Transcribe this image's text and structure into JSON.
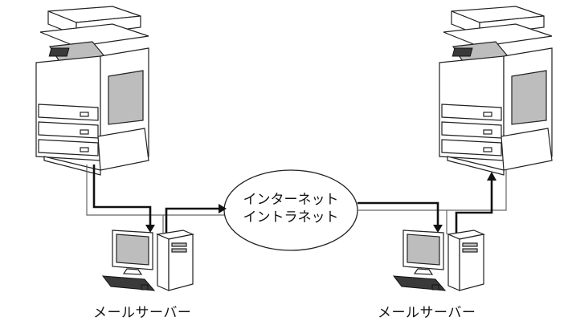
{
  "labels": {
    "server_left": "メールサーバー",
    "server_right": "メールサーバー",
    "network_line1": "インターネット",
    "network_line2": "イントラネット"
  },
  "colors": {
    "line_dark": "#111111",
    "line_outline": "#666666",
    "device_gray": "#bdbdbd"
  },
  "icons": [
    "copier-icon",
    "server-pc-icon",
    "network-cloud-icon"
  ]
}
